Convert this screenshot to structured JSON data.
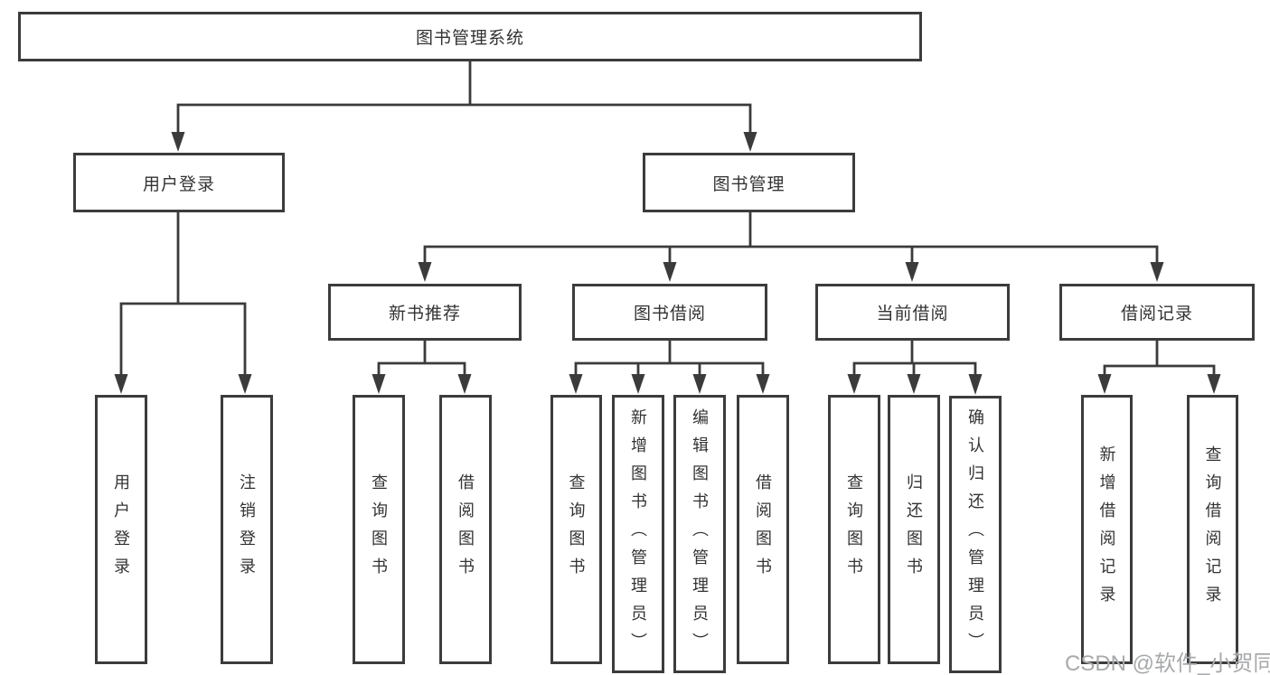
{
  "tree": {
    "root": "图书管理系统",
    "login": {
      "label": "用户登录",
      "children": [
        "用户登录",
        "注销登录"
      ]
    },
    "mgmt": {
      "label": "图书管理",
      "children": [
        {
          "label": "新书推荐",
          "children": [
            "查询图书",
            "借阅图书"
          ]
        },
        {
          "label": "图书借阅",
          "children": [
            "查询图书",
            "新增图书（管理员）",
            "编辑图书（管理员）",
            "借阅图书"
          ]
        },
        {
          "label": "当前借阅",
          "children": [
            "查询图书",
            "归还图书",
            "确认归还（管理员）"
          ]
        },
        {
          "label": "借阅记录",
          "children": [
            "新增借阅记录",
            "查询借阅记录"
          ]
        }
      ]
    }
  },
  "watermark": "CSDN @软件_小贺同学",
  "colors": {
    "line": "#3b3b3b",
    "text": "#333333",
    "background": "#ffffff",
    "watermark": "#a7a9ab"
  }
}
